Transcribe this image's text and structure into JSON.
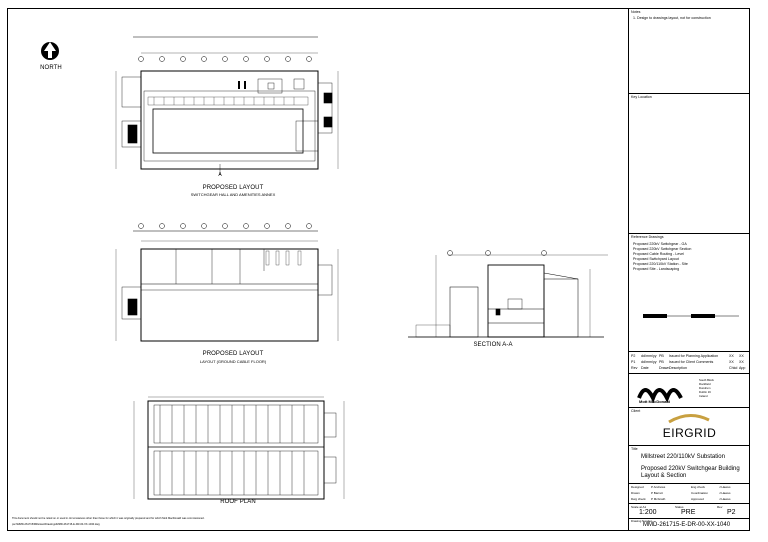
{
  "north_label": "NORTH",
  "views": {
    "layout_top": {
      "title": "PROPOSED LAYOUT",
      "subtitle": "SWITCHGEAR HALL AND AMENITIES ANNEX"
    },
    "layout_mid": {
      "title": "PROPOSED LAYOUT",
      "subtitle": "LAYOUT (GROUND CABLE FLOOR)"
    },
    "section": {
      "title": "SECTION A-A"
    },
    "roof": {
      "title": "ROOF PLAN"
    }
  },
  "section_marker": "A",
  "title_block": {
    "notes_header": "Notes",
    "notes_line": "1. Design to drawings layout, not for construction",
    "key_plan_header": "Key Location",
    "ref_header": "Reference Drawings",
    "ref_items": [
      "Proposed 220kV Switchgear - GA",
      "Proposed 220kV Switchgear Section",
      "Proposed Cable Routing - Level",
      "Proposed Switchyard Layout",
      "Proposed 220/110kV Station - Site",
      "Proposed Site - Landscaping"
    ],
    "revisions": [
      {
        "rev": "P2",
        "date": "dd/mm/yy",
        "by": "PB",
        "desc": "Issued for Planning Application",
        "chk": "XX",
        "app": "XX"
      },
      {
        "rev": "P1",
        "date": "dd/mm/yy",
        "by": "PB",
        "desc": "Issued for Client Comments",
        "chk": "XX",
        "app": "XX"
      }
    ],
    "rev_headers": [
      "Rev",
      "Date",
      "Drawn",
      "Description",
      "Chkd",
      "App"
    ],
    "consultant": "Mott MacDonald",
    "consultant_address": [
      "South Block",
      "Rockfield",
      "Dundrum",
      "Dublin 16",
      "Ireland"
    ],
    "client_label": "Client",
    "client": "EIRGRID",
    "project_label": "Title",
    "project_line1": "Millstreet 220/110kV Substation",
    "project_line2": "Proposed 220kV Switchgear Building",
    "project_line3": "Layout & Section",
    "fields": [
      [
        "Designed",
        "P Andrews",
        "Eng check",
        "J Hawes"
      ],
      [
        "Drawn",
        "P Barrett",
        "Coordination",
        "J Hawes"
      ],
      [
        "Dwg check",
        "P McGrath",
        "Approved",
        "J Hawes"
      ]
    ],
    "scale_label": "Scale at A1",
    "scale": "1:200",
    "status_label": "Status",
    "status": "PRE",
    "rev_label": "Rev",
    "rev": "P2",
    "drawing_no_label": "Drawing Number",
    "drawing_no": "MMD-261715-E-DR-00-XX-1040"
  },
  "footer_note": "This document should not be relied on or used in circumstances other than those for which it was originally prepared and for which Mott MacDonald was commissioned.",
  "file_path": "pw:\\\\MMD-261715\\Millstreet\\Drawings\\MMD-261715-E-DR-00-XX-1040.dwg"
}
